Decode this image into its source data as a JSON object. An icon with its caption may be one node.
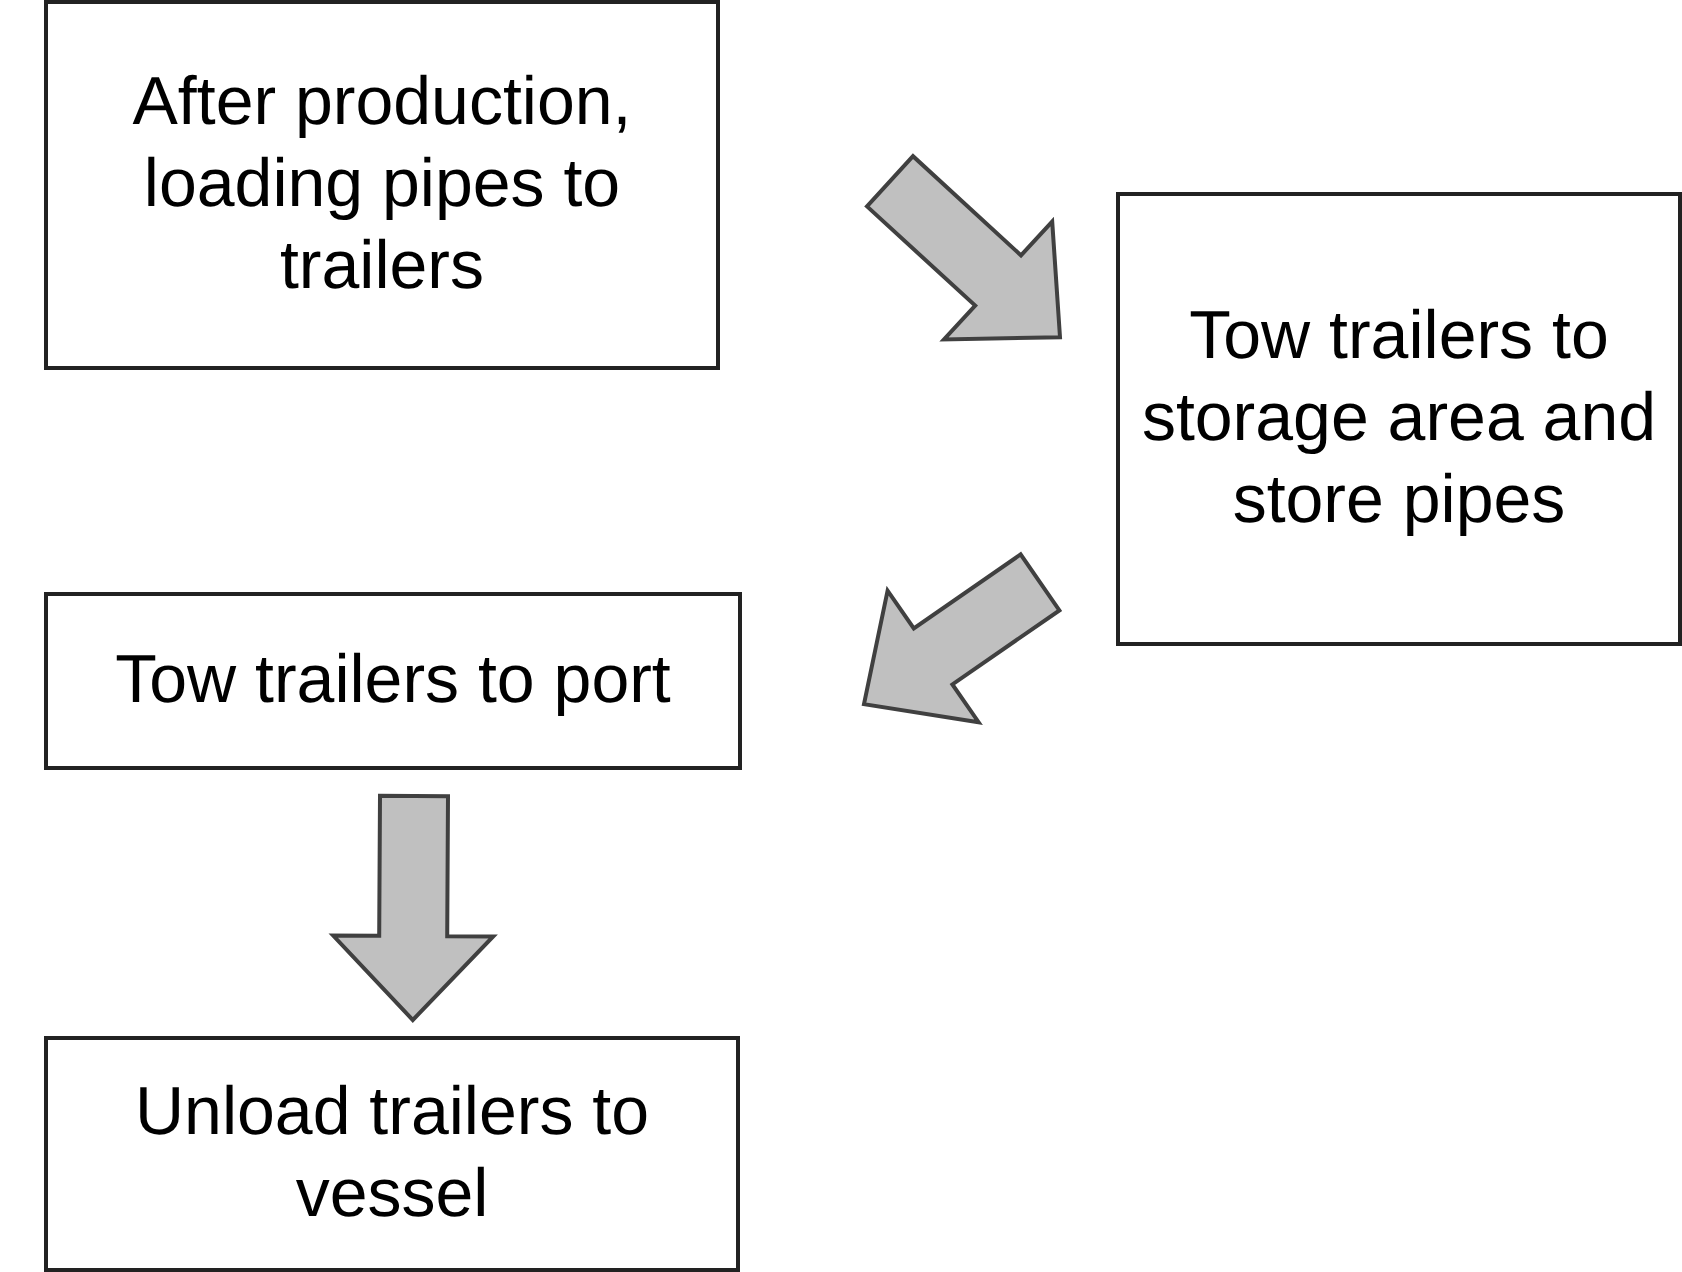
{
  "diagram": {
    "nodes": [
      {
        "text": [
          "After production, loading pipes to trailers"
        ]
      },
      {
        "text": [
          "Tow trailers to storage area and store pipes"
        ]
      },
      {
        "text": [
          "Tow trailers to port"
        ]
      },
      {
        "text": [
          "Unload trailers to vessel"
        ]
      }
    ],
    "edges": [
      {
        "from": 0,
        "to": 1,
        "arrow": "to"
      },
      {
        "from": 1,
        "to": 2,
        "arrow": "to"
      },
      {
        "from": 2,
        "to": 3,
        "arrow": "to"
      }
    ]
  }
}
